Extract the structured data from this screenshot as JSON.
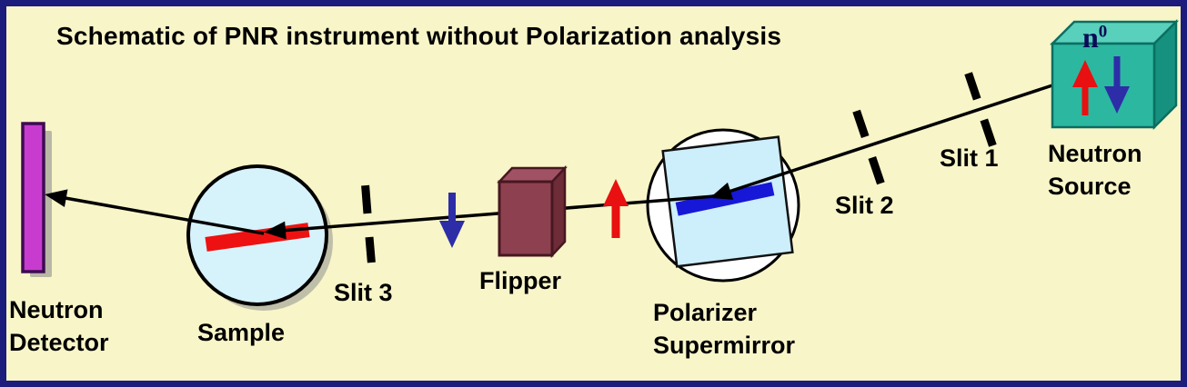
{
  "title": "Schematic of PNR instrument without Polarization analysis",
  "neutron_source": {
    "symbol_base": "n",
    "symbol_sup": "0",
    "line1": "Neutron",
    "line2": "Source"
  },
  "slits": {
    "slit1_label": "Slit 1",
    "slit2_label": "Slit 2",
    "slit3_label": "Slit 3"
  },
  "polarizer": {
    "line1": "Polarizer",
    "line2": "Supermirror"
  },
  "flipper": {
    "label": "Flipper"
  },
  "sample": {
    "label": "Sample"
  },
  "detector": {
    "line1": "Neutron",
    "line2": "Detector"
  },
  "colors": {
    "background": "#f8f5c8",
    "frame": "#1c1c7c",
    "beam": "#000000",
    "spin_up": "#e81010",
    "spin_down": "#2d2da8",
    "source_cube": "#2cb7a0",
    "polarizer_window": "#cdeefb",
    "polarizer_mirror": "#1717d8",
    "sample_disc": "#d6f2fa",
    "sample_film": "#ee1111",
    "flipper_box": "#8d4150",
    "detector_body": "#c73ccf"
  }
}
